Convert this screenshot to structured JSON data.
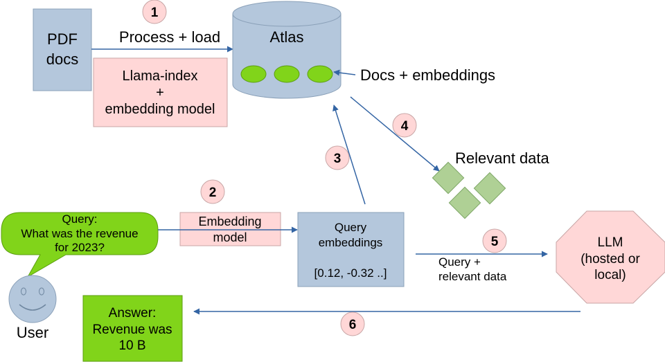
{
  "pdf_docs": {
    "line1": "PDF",
    "line2": "docs"
  },
  "process_load": "Process + load",
  "llama_index": {
    "line1": "Llama-index",
    "line2": "+",
    "line3": "embedding model"
  },
  "atlas": "Atlas",
  "docs_embeddings": "Docs + embeddings",
  "relevant_data": "Relevant data",
  "query_bubble": {
    "line1": "Query:",
    "line2": "What was the revenue",
    "line3": "for 2023?"
  },
  "user": "User",
  "embedding_model": {
    "line1": "Embedding",
    "line2": "model"
  },
  "query_embeddings": {
    "line1": "Query",
    "line2": "embeddings",
    "line3": "[0.12, -0.32 ..]"
  },
  "query_relevant": {
    "line1": "Query +",
    "line2": "relevant data"
  },
  "llm": {
    "line1": "LLM",
    "line2": "(hosted or",
    "line3": "local)"
  },
  "answer": {
    "line1": "Answer:",
    "line2": "Revenue was",
    "line3": "10 B"
  },
  "steps": [
    "1",
    "2",
    "3",
    "4",
    "5",
    "6"
  ],
  "colors": {
    "blue_box": "#b4c7dc",
    "pink_box": "#ffd7d7",
    "green": "#81d41a",
    "light_green": "#afd095",
    "arrow": "#3465a4",
    "llm_fill": "#ffd7d7"
  }
}
